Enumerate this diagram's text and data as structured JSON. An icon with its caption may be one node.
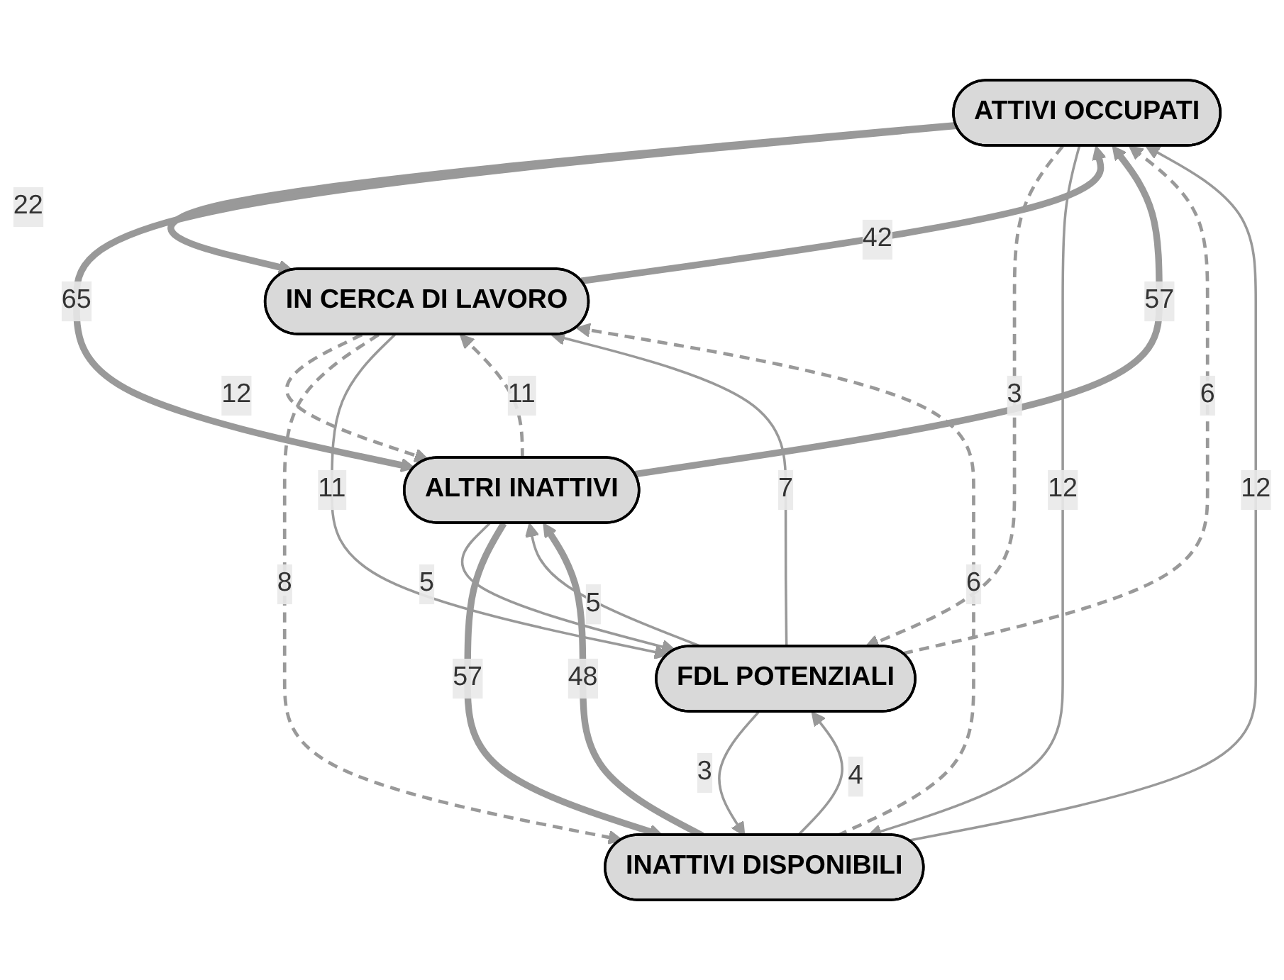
{
  "diagram": {
    "nodes": [
      {
        "text": [
          "ATTIVI OCCUPATI"
        ]
      },
      {
        "text": [
          "IN CERCA DI LAVORO"
        ]
      },
      {
        "text": [
          "ALTRI INATTIVI"
        ]
      },
      {
        "text": [
          "FDL POTENZIALI"
        ]
      },
      {
        "text": [
          "INATTIVI DISPONIBILI"
        ]
      }
    ],
    "edges": [
      {
        "from": 1,
        "to": 0,
        "arrow": "to",
        "label": "42",
        "style": "thick"
      },
      {
        "from": 0,
        "to": 1,
        "arrow": "to",
        "label": "22",
        "style": "thick"
      },
      {
        "from": 2,
        "to": 0,
        "arrow": "to",
        "label": "57",
        "style": "thick"
      },
      {
        "from": 0,
        "to": 2,
        "arrow": "to",
        "label": "65",
        "style": "thick"
      },
      {
        "from": 2,
        "to": 1,
        "arrow": "to",
        "label": "11",
        "style": "dashed"
      },
      {
        "from": 1,
        "to": 2,
        "arrow": "to",
        "label": "12",
        "style": "dashed"
      },
      {
        "from": 3,
        "to": 0,
        "arrow": "to",
        "label": "6",
        "style": "dashed"
      },
      {
        "from": 0,
        "to": 3,
        "arrow": "to",
        "label": "3",
        "style": "dashed"
      },
      {
        "from": 4,
        "to": 0,
        "arrow": "to",
        "label": "12"
      },
      {
        "from": 0,
        "to": 4,
        "arrow": "to",
        "label": "12"
      },
      {
        "from": 4,
        "to": 1,
        "arrow": "to",
        "label": "6",
        "style": "dashed"
      },
      {
        "from": 1,
        "to": 4,
        "arrow": "to",
        "label": "8",
        "style": "dashed"
      },
      {
        "from": 3,
        "to": 2,
        "arrow": "to",
        "label": "5"
      },
      {
        "from": 2,
        "to": 3,
        "arrow": "to",
        "label": "5"
      },
      {
        "from": 1,
        "to": 3,
        "arrow": "to",
        "label": "11"
      },
      {
        "from": 3,
        "to": 1,
        "arrow": "to",
        "label": "7"
      },
      {
        "from": 2,
        "to": 4,
        "arrow": "to",
        "label": "57",
        "style": "thick"
      },
      {
        "from": 4,
        "to": 2,
        "arrow": "to",
        "label": "48",
        "style": "thick"
      },
      {
        "from": 4,
        "to": 3,
        "arrow": "to",
        "label": "4"
      },
      {
        "from": 3,
        "to": 4,
        "arrow": "to",
        "label": "3"
      }
    ]
  }
}
